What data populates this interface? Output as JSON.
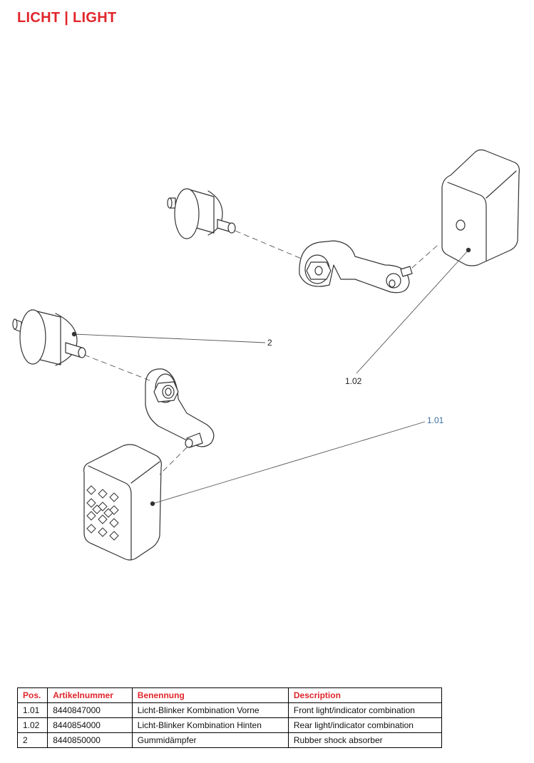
{
  "header": {
    "title": "LICHT  |  LIGHT"
  },
  "diagram": {
    "callouts": [
      {
        "id": "callout-2",
        "label": "2"
      },
      {
        "id": "callout-1-02",
        "label": "1.02"
      },
      {
        "id": "callout-1-01",
        "label": "1.01"
      }
    ]
  },
  "table": {
    "headers": [
      "Pos.",
      "Artikelnummer",
      "Benennung",
      "Description"
    ],
    "rows": [
      {
        "pos": "1.01",
        "article": "8440847000",
        "name_de": "Licht-Blinker Kombination Vorne",
        "description": "Front light/indicator combination"
      },
      {
        "pos": "1.02",
        "article": "8440854000",
        "name_de": "Licht-Blinker Kombination Hinten",
        "description": "Rear light/indicator combination"
      },
      {
        "pos": "2",
        "article": "8440850000",
        "name_de": "Gummidämpfer",
        "description": "Rubber shock absorber"
      }
    ]
  },
  "colors": {
    "accent": "#e0262b",
    "callout_1_01": "#3a6fa0"
  }
}
